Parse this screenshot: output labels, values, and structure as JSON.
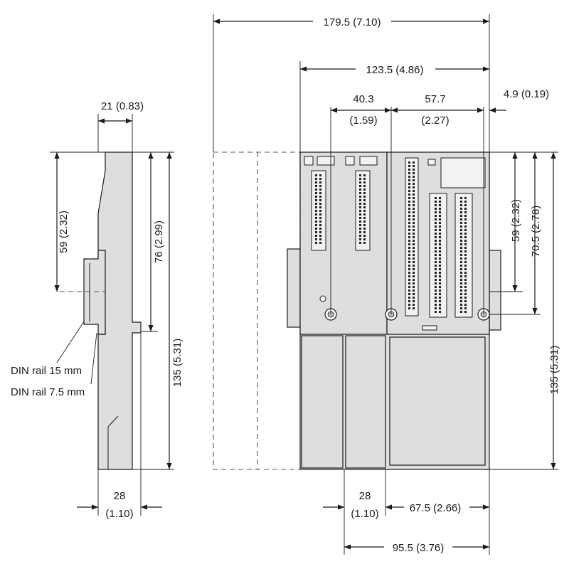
{
  "dimensions": {
    "total_width": "179.5 (7.10)",
    "module_width": "123.5 (4.86)",
    "dim_40_3_top": "40.3",
    "dim_40_3_bottom": "(1.59)",
    "dim_57_7_top": "57.7",
    "dim_57_7_bottom": "(2.27)",
    "dim_4_9": "4.9 (0.19)",
    "side_depth": "21 (0.83)",
    "side_59": "59 (2.32)",
    "side_76": "76 (2.99)",
    "side_135": "135 (5.31)",
    "side_28_top": "28",
    "side_28_bottom": "(1.10)",
    "front_59": "59 (2.32)",
    "front_70_5": "70.5 (2.78)",
    "front_135": "135 (5.31)",
    "front_28_top": "28",
    "front_28_bottom": "(1.10)",
    "front_67_5": "67.5 (2.66)",
    "front_95_5": "95.5 (3.76)"
  },
  "labels": {
    "din_rail_15": "DIN rail 15 mm",
    "din_rail_7_5": "DIN rail 7.5 mm"
  },
  "colors": {
    "line": "#1a1a1a",
    "body": "#dedede"
  }
}
